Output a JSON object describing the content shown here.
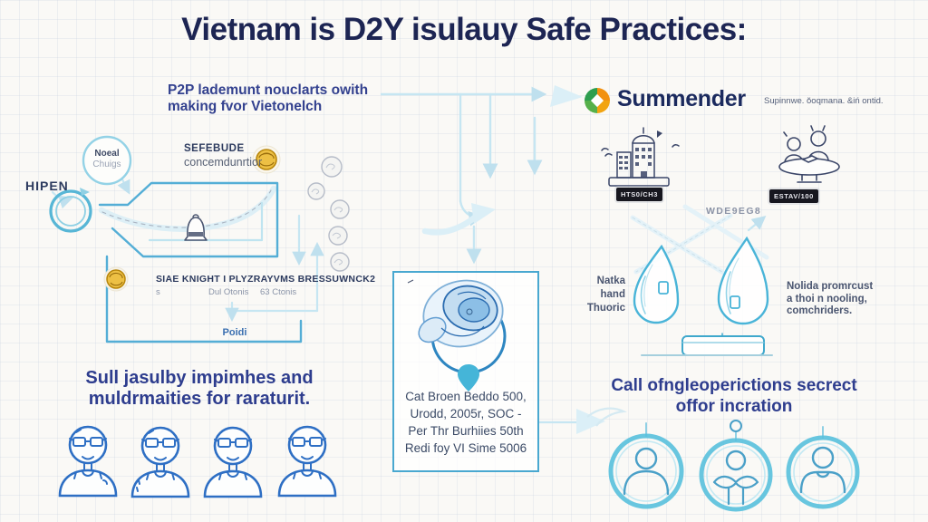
{
  "title": "Vietnam is D2Y isulauy Safe Practices:",
  "left_flow": {
    "subtitle_line1": "P2P lademunt nouclarts owith",
    "subtitle_line2": "making fvor Vietonelch",
    "hipen_label": "HIPEN",
    "node_circle_line1": "Noeal",
    "node_circle_line2": "Chuigs",
    "sefebude_line1": "SEFEBUDE",
    "sefebude_line2": "concemdunrtior",
    "bar_title": "SIAE KNIGHT I PLYZRAYVMS BRESSUWNCK2",
    "bar_sub_s": "s",
    "bar_sub_mid": "Dul Otonis",
    "bar_sub_right": "63 Ctonis",
    "paid_button": "Poidi"
  },
  "bottom_left": {
    "caption_line1": "Sull jasulby impimhes and",
    "caption_line2": "muldrmaities for raraturit."
  },
  "center_box": {
    "lines": [
      "Cat Broen Beddo 500,",
      "Urodd, 2005r, SOC -",
      "Per Thr Burhiies 50th",
      "Redi foy VI Sime 5006"
    ]
  },
  "brand": {
    "name": "Summender",
    "tagline": "Supinnwe. ŏoqmana. &iń ontid."
  },
  "right_flow": {
    "tag1": "HTS0/CH3",
    "tag2": "ESTAV/100",
    "code_label": "WDE9EG8",
    "left_note_line1": "Natka",
    "left_note_line2": "hand",
    "left_note_line3": "Thuoric",
    "right_note_line1": "Nolida promrcust",
    "right_note_line2": "a thoi n nooling,",
    "right_note_line3": "comchriders."
  },
  "bottom_right": {
    "heading_line1": "Call ofngleoperictions",
    "heading_line2": "secrect offor incration"
  },
  "colors": {
    "title_navy": "#1d2553",
    "blue_text": "#2e3d8e",
    "line_medium": "#54aed6",
    "line_light": "#c6e6f2",
    "avatar_blue": "#2e6fc4",
    "ring_blue": "#58c0dd",
    "gold": "#edc044",
    "brand_green": "#2e9e4f",
    "brand_orange": "#f29111",
    "sketch_navy": "#3b4668"
  },
  "icons": {
    "brand_logo": "pinwheel",
    "gold_knot": "coin-scribble",
    "bell": "bell",
    "droplets": "teardrop-pair",
    "yarn_ball": "scribble-ball-pin"
  }
}
